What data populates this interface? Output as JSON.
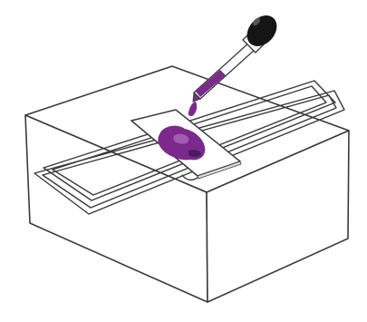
{
  "colors": {
    "background": "#ffffff",
    "line": "#3a3a3a",
    "stain": "#7b2a8c",
    "stain_light": "#a35bb5",
    "stain_dark": "#4a1a5a",
    "dropper_bulb": "#151515"
  },
  "components": {
    "box": "staining-box",
    "rack": "staining-rack",
    "slide": "glass-slide",
    "stain": "stain-smear",
    "dropper": "dropper-bottle"
  }
}
